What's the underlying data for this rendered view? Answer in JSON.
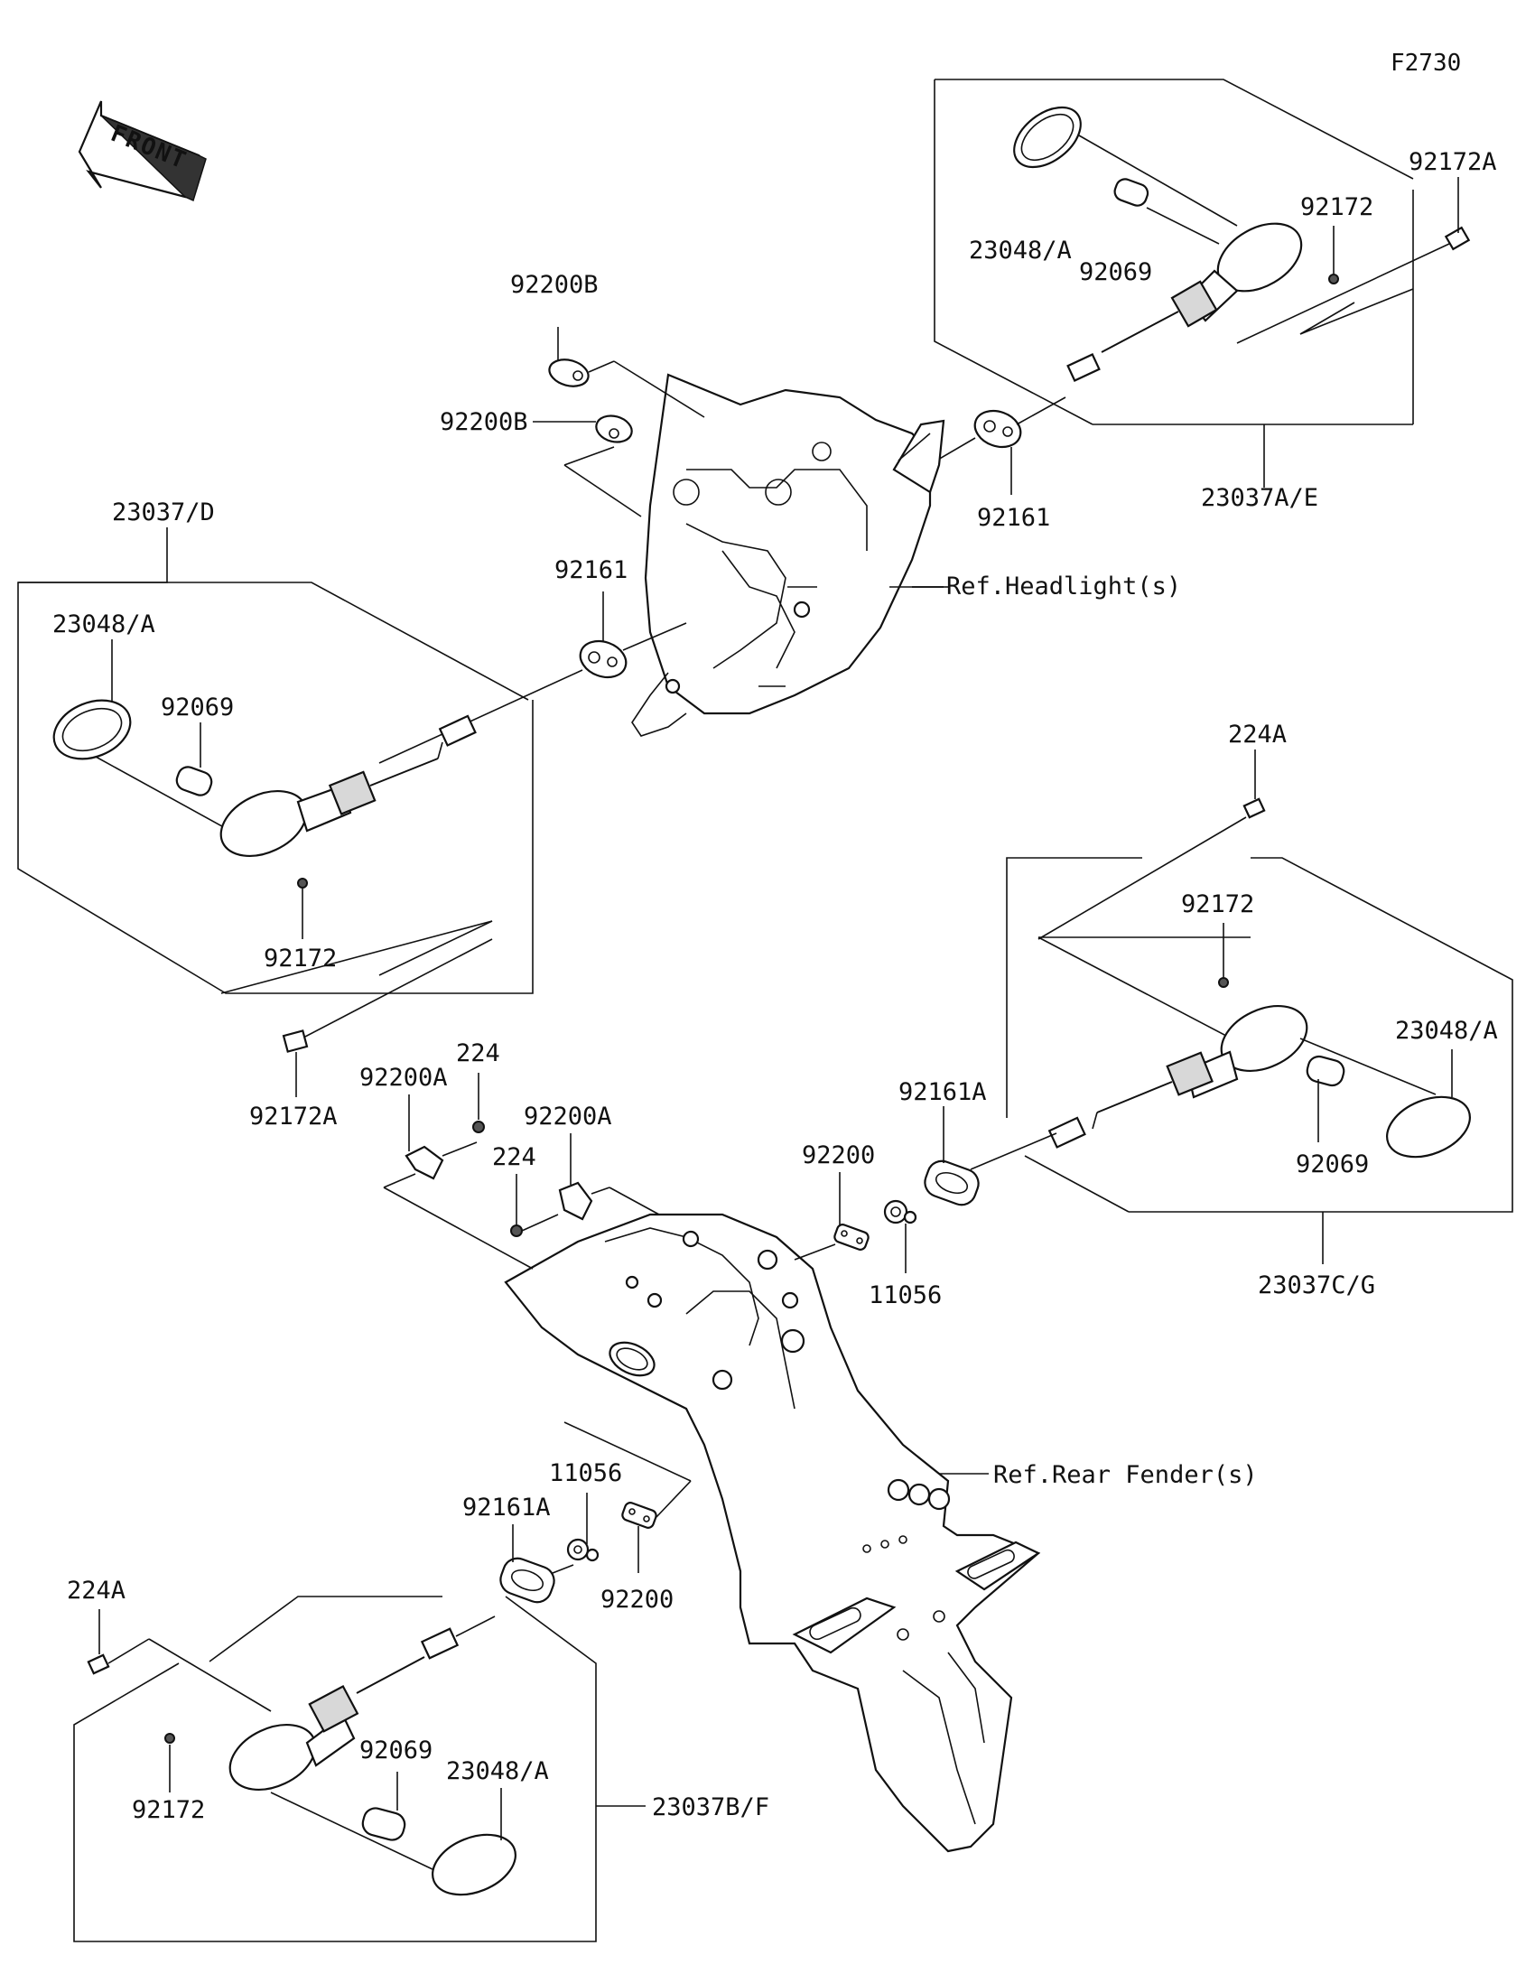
{
  "figure_code": "F2730",
  "front_label": "FRONT",
  "labels": [
    {
      "id": "l-92172A-tr",
      "text": "92172A"
    },
    {
      "id": "l-92172-tr",
      "text": "92172"
    },
    {
      "id": "l-23048A-tr",
      "text": "23048/A"
    },
    {
      "id": "l-92069-tr",
      "text": "92069"
    },
    {
      "id": "l-92200B-1",
      "text": "92200B"
    },
    {
      "id": "l-92200B-2",
      "text": "92200B"
    },
    {
      "id": "l-92161-r",
      "text": "92161"
    },
    {
      "id": "l-23037AE",
      "text": "23037A/E"
    },
    {
      "id": "l-ref-headlight",
      "text": "Ref.Headlight(s)"
    },
    {
      "id": "l-23037D",
      "text": "23037/D"
    },
    {
      "id": "l-23048A-tl",
      "text": "23048/A"
    },
    {
      "id": "l-92069-tl",
      "text": "92069"
    },
    {
      "id": "l-92161-l",
      "text": "92161"
    },
    {
      "id": "l-92172-tl",
      "text": "92172"
    },
    {
      "id": "l-92172A-l",
      "text": "92172A"
    },
    {
      "id": "l-224A-r",
      "text": "224A"
    },
    {
      "id": "l-92172-br",
      "text": "92172"
    },
    {
      "id": "l-23048A-br",
      "text": "23048/A"
    },
    {
      "id": "l-92161A-r",
      "text": "92161A"
    },
    {
      "id": "l-92069-br",
      "text": "92069"
    },
    {
      "id": "l-23037CG",
      "text": "23037C/G"
    },
    {
      "id": "l-224-a",
      "text": "224"
    },
    {
      "id": "l-92200A-a",
      "text": "92200A"
    },
    {
      "id": "l-92200A-b",
      "text": "92200A"
    },
    {
      "id": "l-224-b",
      "text": "224"
    },
    {
      "id": "l-92200-r",
      "text": "92200"
    },
    {
      "id": "l-11056-r",
      "text": "11056"
    },
    {
      "id": "l-ref-rearfender",
      "text": "Ref.Rear Fender(s)"
    },
    {
      "id": "l-11056-l",
      "text": "11056"
    },
    {
      "id": "l-92161A-l",
      "text": "92161A"
    },
    {
      "id": "l-92200-l",
      "text": "92200"
    },
    {
      "id": "l-224A-l",
      "text": "224A"
    },
    {
      "id": "l-92069-bl",
      "text": "92069"
    },
    {
      "id": "l-23048A-bl",
      "text": "23048/A"
    },
    {
      "id": "l-92172-bl",
      "text": "92172"
    },
    {
      "id": "l-23037BF",
      "text": "23037B/F"
    }
  ]
}
